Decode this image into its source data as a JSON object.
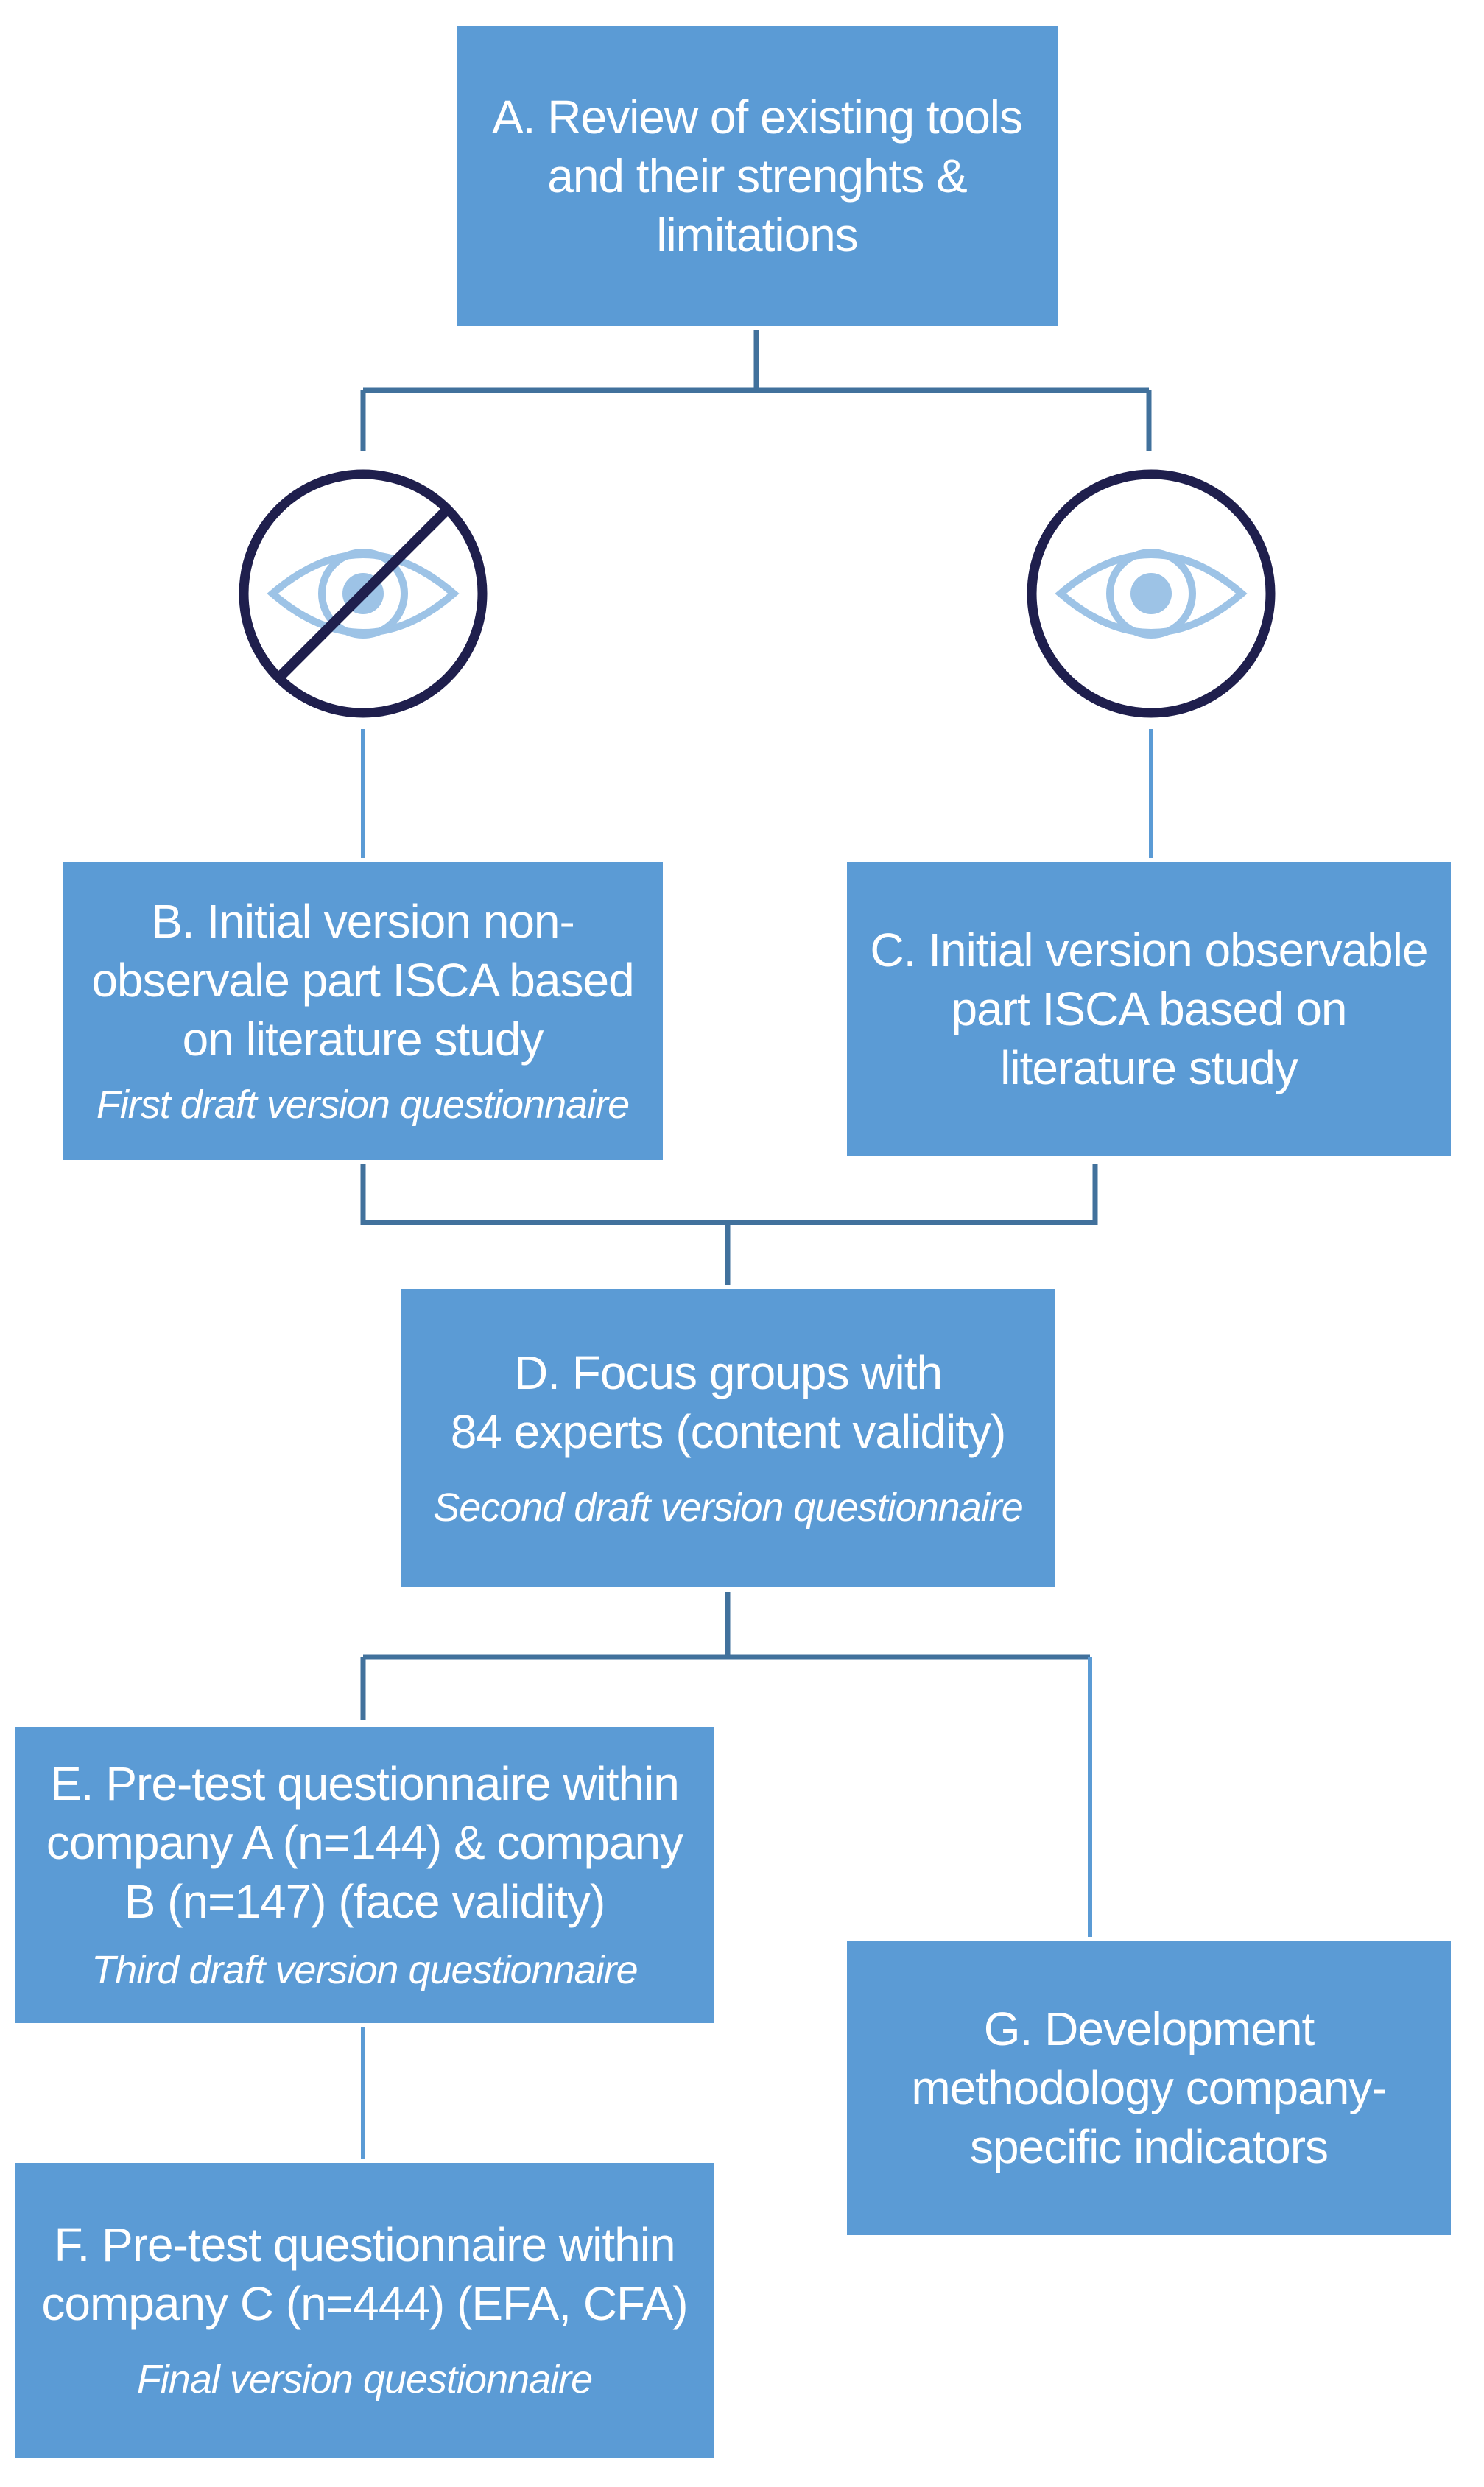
{
  "boxes": {
    "a": {
      "main": "A. Review of existing tools\nand their strenghts &\nlimitations",
      "sub": ""
    },
    "b": {
      "main": "B. Initial version non-\nobservale part ISCA based\non literature study",
      "sub": "First draft version questionnaire"
    },
    "c": {
      "main": "C. Initial version observable\npart ISCA based on\nliterature study",
      "sub": ""
    },
    "d": {
      "main": "D. Focus groups with\n84 experts (content validity)",
      "sub": "Second draft version questionnaire"
    },
    "e": {
      "main": "E. Pre-test questionnaire within\ncompany A (n=144) & company\nB (n=147) (face validity)",
      "sub": "Third draft version questionnaire"
    },
    "f": {
      "main": "F. Pre-test questionnaire within\ncompany C (n=444) (EFA, CFA)",
      "sub": "Final version questionnaire"
    },
    "g": {
      "main": "G. Development\nmethodology company-\nspecific indicators",
      "sub": ""
    }
  },
  "icons": {
    "left": "eye-crossed-out-icon",
    "right": "eye-icon"
  },
  "colors": {
    "box_fill": "#5b9bd5",
    "box_text": "#ffffff",
    "connector": "#41719c",
    "eye": "#9dc3e6",
    "circle": "#1f1f4d"
  }
}
